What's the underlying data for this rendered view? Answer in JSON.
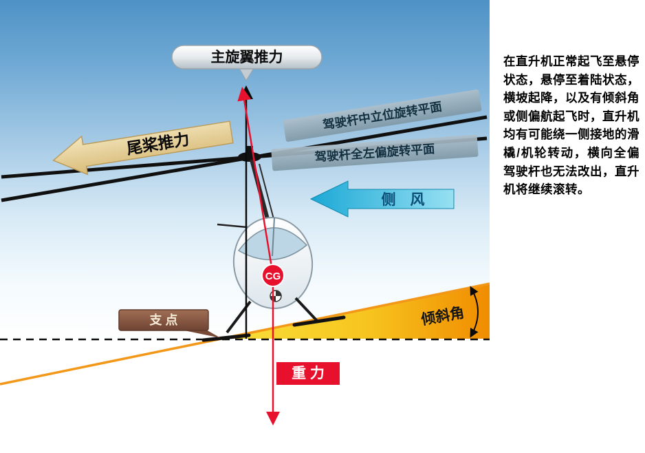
{
  "diagram": {
    "main_rotor_thrust": "主旋翼推力",
    "tail_rotor_thrust": "尾桨推力",
    "plane_neutral": "驾驶杆中立位旋转平面",
    "plane_full_left": "驾驶杆全左偏旋转平面",
    "crosswind": "侧　风",
    "pivot_point": "支 点",
    "bank_angle": "倾斜角",
    "gravity": "重 力",
    "cg": "CG"
  },
  "side_panel": {
    "text": "在直升机正常起飞至悬停状态，悬停至着陆状态，横坡起降，以及有倾斜角或侧偏航起飞时，直升机均有可能绕一侧接地的滑橇/机轮转动，横向全偏驾驶杆也无法改出，直升机将继续滚转。"
  },
  "colors": {
    "sky_top": "#4e92c6",
    "thrust_red": "#e8112d",
    "wind_cyan": "#1ba8d5",
    "wedge_orange": "#f08c00",
    "wedge_yellow": "#f9e13c",
    "tail_arrow_tan": "#e3cd96",
    "banner_gray": "#8fa7b4",
    "pivot_brown": "#8d5b47",
    "slope_line_orange": "#f29718"
  }
}
